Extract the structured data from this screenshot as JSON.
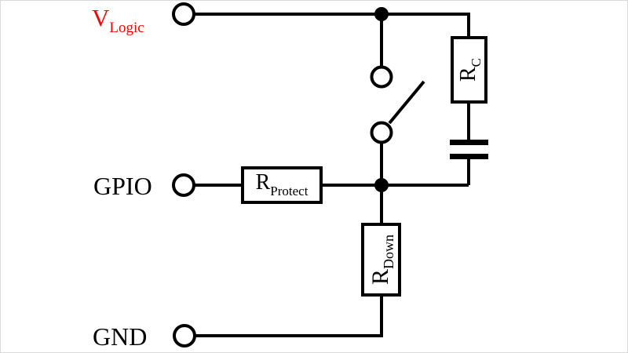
{
  "diagram": {
    "kind": "circuit-schematic",
    "terminals": {
      "vlogic": {
        "main": "V",
        "sub": "Logic"
      },
      "gpio": {
        "label": "GPIO"
      },
      "gnd": {
        "label": "GND"
      }
    },
    "components": {
      "r_protect": {
        "main": "R",
        "sub": "Protect",
        "type": "resistor"
      },
      "r_down": {
        "main": "R",
        "sub": "Down",
        "type": "resistor"
      },
      "r_c": {
        "main": "R",
        "sub": "C",
        "type": "resistor"
      },
      "capacitor": {
        "type": "capacitor"
      },
      "switch": {
        "type": "switch",
        "state": "open"
      }
    },
    "colors": {
      "wire": "#000000",
      "background": "#ffffff",
      "vlogic_text": "#ff0000",
      "frame": "#d9d9d9"
    }
  }
}
